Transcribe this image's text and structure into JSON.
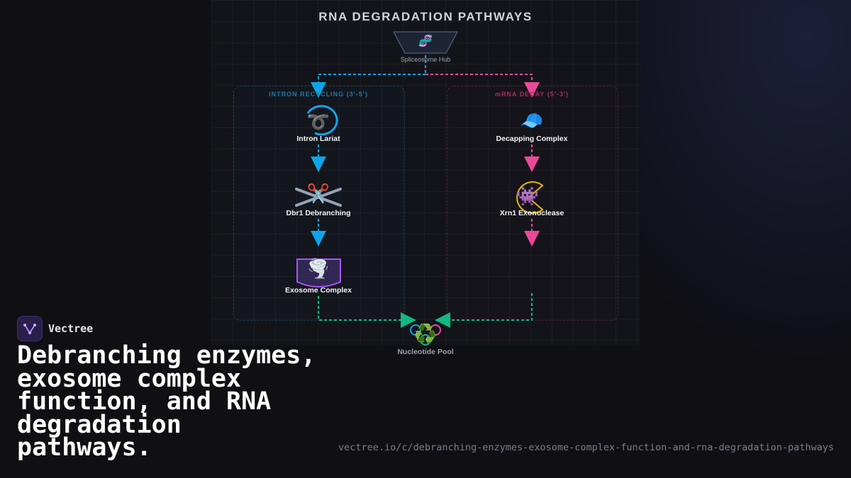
{
  "diagram": {
    "title": "RNA DEGRADATION PATHWAYS",
    "hub": {
      "icon": "dna-icon",
      "emoji": "🧬",
      "label": "Spliceosome Hub"
    },
    "left_lane": {
      "title": "INTRON RECYCLING (3'-5')",
      "color": "#0ea5e9",
      "nodes": [
        {
          "icon": "lariat-icon",
          "emoji": "➰",
          "label": "Intron Lariat"
        },
        {
          "icon": "scissors-icon",
          "emoji": "✂️",
          "label": "Dbr1 Debranching"
        },
        {
          "icon": "tornado-icon",
          "emoji": "🌪️",
          "label": "Exosome Complex"
        }
      ]
    },
    "right_lane": {
      "title": "mRNA DECAY (5'-3')",
      "color": "#ec4899",
      "nodes": [
        {
          "icon": "cap-icon",
          "emoji": "🧢",
          "label": "Decapping Complex"
        },
        {
          "icon": "invader-icon",
          "emoji": "👾",
          "label": "Xrn1 Exonuclease"
        }
      ]
    },
    "pool": {
      "icon": "recycle-icon",
      "emoji": "♻️",
      "label": "Nucleotide Pool",
      "color": "#10b981"
    }
  },
  "brand": {
    "name": "Vectree",
    "logo_icon": "vectree-logo-icon"
  },
  "headline": "Debranching enzymes, exosome complex function, and RNA degradation pathways.",
  "url": "vectree.io/c/debranching-enzymes-exosome-complex-function-and-rna-degradation-pathways"
}
